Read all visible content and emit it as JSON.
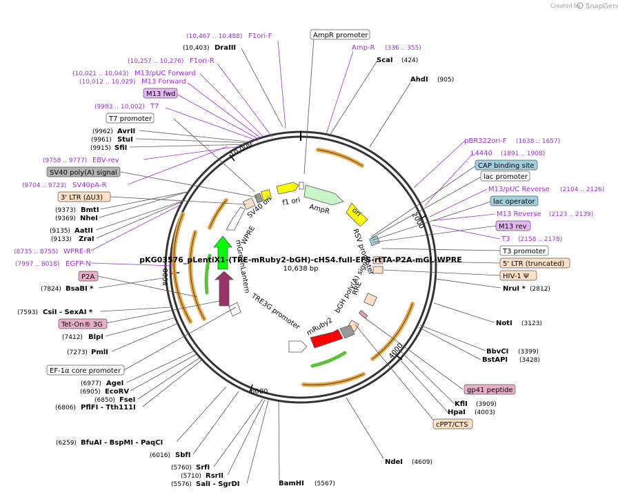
{
  "branding": {
    "created_by": "Created by",
    "brand": "SnapGene"
  },
  "plasmid": {
    "name": "pKG03576_pLentiX1-(TRE-mRuby2-bGH)-cHS4.full-EFS-rtTA-P2A-mGL-WPRE",
    "length": "10,638 bp"
  },
  "ticks": [
    "2000",
    "4000",
    "6000",
    "8000",
    "10,000"
  ],
  "left_labels": [
    {
      "range": "(10,467 .. 10,488)",
      "name": "F1ori-F",
      "style": "primer"
    },
    {
      "num": "(10,403)",
      "name": "DraIII",
      "style": "site"
    },
    {
      "range": "(10,257 .. 10,276)",
      "name": "F1ori-R",
      "style": "primer"
    },
    {
      "range": "(10,021 .. 10,043)",
      "name": "M13/pUC Forward",
      "style": "primer"
    },
    {
      "range": "(10,012 .. 10,029)",
      "name": "M13 Forward",
      "style": "primer"
    },
    {
      "name": "M13 fwd",
      "style": "box-violet"
    },
    {
      "range": "(9983 .. 10,002)",
      "name": "T7",
      "style": "primer"
    },
    {
      "name": "T7 promoter",
      "style": "box-white"
    },
    {
      "num": "(9962)",
      "name": "AvrII",
      "style": "site"
    },
    {
      "num": "(9961)",
      "name": "StuI",
      "style": "site"
    },
    {
      "num": "(9915)",
      "name": "SfiI",
      "style": "site"
    },
    {
      "range": "(9758 .. 9777)",
      "name": "EBV-rev",
      "style": "primer"
    },
    {
      "name": "SV40 poly(A) signal",
      "style": "box-gray"
    },
    {
      "range": "(9704 .. 9723)",
      "name": "SV40pA-R",
      "style": "primer"
    },
    {
      "name": "3' LTR (ΔU3)",
      "style": "box-peach"
    },
    {
      "num": "(9373)",
      "name": "BmtI",
      "style": "site"
    },
    {
      "num": "(9369)",
      "name": "NheI",
      "style": "site"
    },
    {
      "num": "(9135)",
      "name": "AatII",
      "style": "site"
    },
    {
      "num": "(9133)",
      "name": "ZraI",
      "style": "site"
    },
    {
      "range": "(8735 .. 8755)",
      "name": "WPRE-R",
      "style": "primer"
    },
    {
      "range": "(7997 .. 8018)",
      "name": "EGFP-N",
      "style": "primer"
    },
    {
      "name": "P2A",
      "style": "box-pink"
    },
    {
      "num": "(7824)",
      "name": "BsaBI *",
      "style": "site"
    },
    {
      "num": "(7593)",
      "name": "CsiI  -  SexAI  *",
      "style": "site"
    },
    {
      "name": "Tet-On® 3G",
      "style": "box-pink"
    },
    {
      "num": "(7412)",
      "name": "BlpI",
      "style": "site"
    },
    {
      "num": "(7273)",
      "name": "PmlI",
      "style": "site"
    },
    {
      "name": "EF-1α core promoter",
      "style": "box-white"
    },
    {
      "num": "(6977)",
      "name": "AgeI",
      "style": "site"
    },
    {
      "num": "(6905)",
      "name": "EcoRV",
      "style": "site"
    },
    {
      "num": "(6850)",
      "name": "FseI",
      "style": "site"
    },
    {
      "num": "(6806)",
      "name": "PflFI  -  Tth111I",
      "style": "site"
    },
    {
      "num": "(6259)",
      "name": "BfuAI  -  BspMI  -  PaqCI",
      "style": "site"
    },
    {
      "num": "(6016)",
      "name": "SbfI",
      "style": "site"
    },
    {
      "num": "(5760)",
      "name": "SrfI",
      "style": "site"
    },
    {
      "num": "(5710)",
      "name": "RsrII",
      "style": "site"
    },
    {
      "num": "(5576)",
      "name": "SalI  -  SgrDI",
      "style": "site"
    }
  ],
  "right_labels": [
    {
      "name": "AmpR promoter",
      "style": "box-white"
    },
    {
      "name": "Amp-R",
      "range": "(336 .. 355)",
      "style": "primer"
    },
    {
      "name": "ScaI",
      "num": "(424)",
      "style": "site"
    },
    {
      "name": "AhdI",
      "num": "(905)",
      "style": "site"
    },
    {
      "name": "pBR322ori-F",
      "range": "(1638 .. 1657)",
      "style": "primer"
    },
    {
      "name": "L4440",
      "range": "(1891 .. 1908)",
      "style": "primer"
    },
    {
      "name": "CAP binding site",
      "style": "box-blue"
    },
    {
      "name": "lac promoter",
      "style": "box-white"
    },
    {
      "name": "M13/pUC Reverse",
      "range": "(2104 .. 2126)",
      "style": "primer"
    },
    {
      "name": "lac operator",
      "style": "box-blue"
    },
    {
      "name": "M13 Reverse",
      "range": "(2123 .. 2139)",
      "style": "primer"
    },
    {
      "name": "M13 rev",
      "style": "box-violet"
    },
    {
      "name": "T3",
      "range": "(2158 .. 2178)",
      "style": "primer"
    },
    {
      "name": "T3 promoter",
      "style": "box-white"
    },
    {
      "name": "5' LTR (truncated)",
      "style": "box-peach"
    },
    {
      "name": "HIV-1 Ψ",
      "style": "box-peach"
    },
    {
      "name": "NruI *",
      "num": "(2812)",
      "style": "site"
    },
    {
      "name": "NotI",
      "num": "(3123)",
      "style": "site"
    },
    {
      "name": "BbvCI",
      "num": "(3399)",
      "style": "site"
    },
    {
      "name": "BstAPI",
      "num": "(3428)",
      "style": "site"
    },
    {
      "name": "gp41 peptide",
      "style": "box-pink"
    },
    {
      "name": "KflI",
      "num": "(3909)",
      "style": "site"
    },
    {
      "name": "HpaI",
      "num": "(4003)",
      "style": "site"
    },
    {
      "name": "cPPT/CTS",
      "style": "box-peach"
    },
    {
      "name": "NdeI",
      "num": "(4609)",
      "style": "site"
    },
    {
      "name": "BamHI",
      "num": "(5567)",
      "style": "site"
    }
  ],
  "features": {
    "f1ori": "f1 ori",
    "ampr": "AmpR",
    "ori": "ori",
    "sv40ori": "SV40 ori",
    "wpre": "WPRE",
    "mgl": "mGreenLantern",
    "tre": "TRE3G promoter",
    "mruby": "mRuby2",
    "bgh": "bGH poly(A) signal",
    "rre": "RRE",
    "rsv": "RSV promoter"
  },
  "colors": {
    "primer": "#9b30d9",
    "site": "#000000",
    "backbone": "#333333"
  }
}
